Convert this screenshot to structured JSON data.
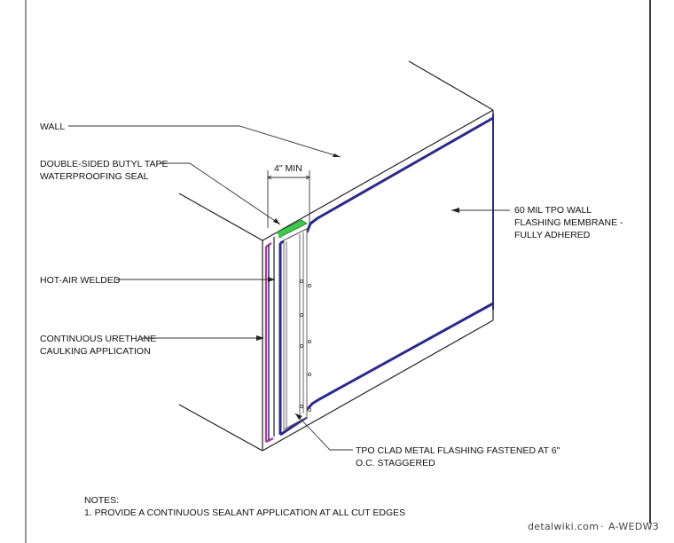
{
  "labels": {
    "wall": "WALL",
    "butyl_line1": "DOUBLE-SIDED BUTYL TAPE",
    "butyl_line2": "WATERPROOFING SEAL",
    "min_dim": "4\" MIN",
    "membrane_line1": "60 MIL TPO WALL",
    "membrane_line2": "FLASHING MEMBRANE -",
    "membrane_line3": "FULLY ADHERED",
    "hot_air": "HOT-AIR WELDED",
    "urethane_line1": "CONTINUOUS URETHANE",
    "urethane_line2": "CAULKING APPLICATION",
    "flashing_line1": "TPO CLAD METAL FLASHING FASTENED AT 6\"",
    "flashing_line2": "O.C. STAGGERED"
  },
  "notes": {
    "heading": "NOTES:",
    "item1": "1. PROVIDE A CONTINUOUS SEALANT APPLICATION AT ALL CUT EDGES"
  },
  "footer": {
    "site": "detalwiki.com",
    "separator": "·",
    "code": "A-WEDW3"
  },
  "colors": {
    "membrane": "#2a2a8a",
    "caulk": "#b0408f",
    "tape": "#3ec94b",
    "line": "#222222"
  }
}
